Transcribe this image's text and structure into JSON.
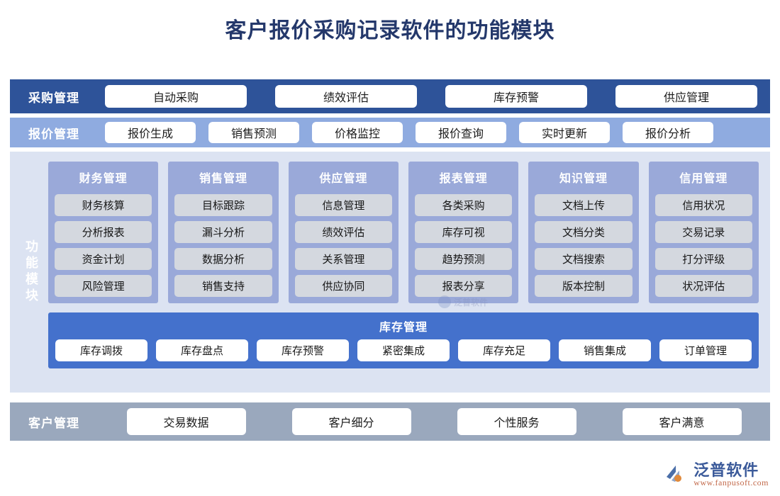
{
  "title": "客户报价采购记录软件的功能模块",
  "colors": {
    "title_text": "#24386b",
    "purchase_band": "#2e5399",
    "quote_band": "#8fabe0",
    "modules_panel": "#dce3f2",
    "module_card": "#9aa9d9",
    "module_item": "#d4d8df",
    "inventory_band": "#4471cc",
    "customer_band": "#9aa8bd",
    "pill": "#ffffff"
  },
  "rows": {
    "purchase": {
      "label": "采购管理",
      "items": [
        "自动采购",
        "绩效评估",
        "库存预警",
        "供应管理"
      ]
    },
    "quote": {
      "label": "报价管理",
      "items": [
        "报价生成",
        "销售预测",
        "价格监控",
        "报价查询",
        "实时更新",
        "报价分析"
      ]
    },
    "customer": {
      "label": "客户管理",
      "items": [
        "交易数据",
        "客户细分",
        "个性服务",
        "客户满意"
      ]
    }
  },
  "modules": {
    "side_label": "功能模块",
    "columns": [
      {
        "title": "财务管理",
        "items": [
          "财务核算",
          "分析报表",
          "资金计划",
          "风险管理"
        ]
      },
      {
        "title": "销售管理",
        "items": [
          "目标跟踪",
          "漏斗分析",
          "数据分析",
          "销售支持"
        ]
      },
      {
        "title": "供应管理",
        "items": [
          "信息管理",
          "绩效评估",
          "关系管理",
          "供应协同"
        ]
      },
      {
        "title": "报表管理",
        "items": [
          "各类采购",
          "库存可视",
          "趋势预测",
          "报表分享"
        ]
      },
      {
        "title": "知识管理",
        "items": [
          "文档上传",
          "文档分类",
          "文档搜索",
          "版本控制"
        ]
      },
      {
        "title": "信用管理",
        "items": [
          "信用状况",
          "交易记录",
          "打分评级",
          "状况评估"
        ]
      }
    ],
    "inventory": {
      "title": "库存管理",
      "items": [
        "库存调拨",
        "库存盘点",
        "库存预警",
        "紧密集成",
        "库存充足",
        "销售集成",
        "订单管理"
      ]
    },
    "watermark": "泛普软件"
  },
  "footer": {
    "logo_name": "泛普软件",
    "logo_url": "www.fanpusoft.com"
  }
}
